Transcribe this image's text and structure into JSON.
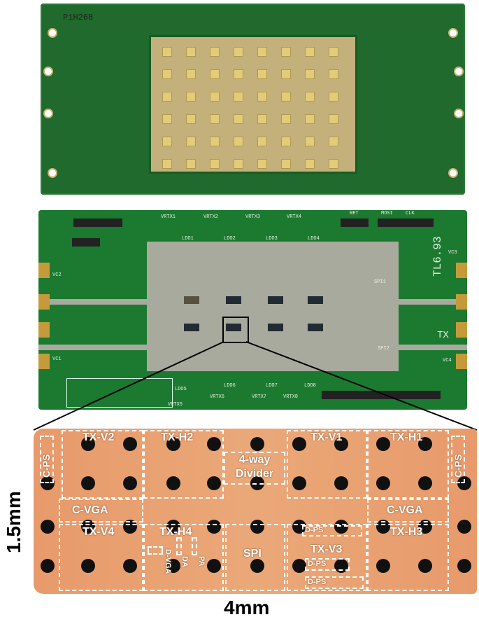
{
  "board_top": {
    "silkscreen": "P1H268"
  },
  "board_bottom": {
    "silkscreen_id": "TL6.93",
    "tx_label": "TX",
    "labels": [
      "VRTX1",
      "VRTX2",
      "VRTX3",
      "VRTX4",
      "VRTX5",
      "VRTX6",
      "VRTX7",
      "VRTX8",
      "LDO1",
      "LDO2",
      "LDO3",
      "LDO4",
      "LDO5",
      "LDO6",
      "LDO7",
      "LDO8",
      "SPI1",
      "SPI2",
      "VC1",
      "VC2",
      "VC3",
      "VC4",
      "RET",
      "MOSI",
      "CLK"
    ]
  },
  "die": {
    "blocks": {
      "cps_left": "C-PS",
      "cps_right": "C-PS",
      "tx_v2": "TX-V2",
      "tx_h2": "TX-H2",
      "divider": "4-way Divider",
      "tx_v1": "TX-V1",
      "tx_h1": "TX-H1",
      "cvga_left": "C-VGA",
      "cvga_right": "C-VGA",
      "tx_v4": "TX-V4",
      "tx_h4": "TX-H4",
      "spi": "SPI",
      "tx_v3": "TX-V3",
      "tx_h3": "TX-H3",
      "dps1": "D-PS",
      "dps2": "D-PS",
      "dps3": "D-PS",
      "dvga": "D-VGA",
      "da": "DA",
      "pa": "PA"
    }
  },
  "dimensions": {
    "height": "1.5mm",
    "width": "4mm"
  },
  "colors": {
    "pcb": "#1b7a30",
    "gold": "#c59a3a",
    "die": "#e89a6b"
  }
}
